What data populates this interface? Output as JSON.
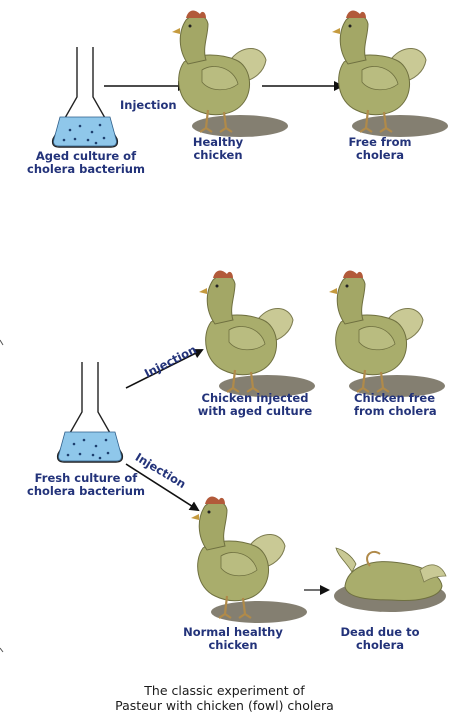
{
  "labels": {
    "aged_culture": "Aged culture of\ncholera bacterium",
    "healthy_chicken": "Healthy\nchicken",
    "free_from_cholera": "Free from\ncholera",
    "chicken_injected_aged": "Chicken injected\nwith aged culture",
    "chicken_free_cut": "Chicken free\nfrom cholera",
    "fresh_culture": "Fresh culture of\ncholera bacterium",
    "normal_healthy_chicken": "Normal healthy\nchicken",
    "dead_due_to_cholera": "Dead due to\ncholera"
  },
  "injection_label": "Injection",
  "caption": "The classic experiment of\nPasteur with chicken (fowl) cholera",
  "colors": {
    "label_text": "#23337a",
    "chicken_body": "#a9ad6c",
    "chicken_shadow": "#6e6858",
    "liquid": "#8fc7ea",
    "arrow": "#111111"
  }
}
